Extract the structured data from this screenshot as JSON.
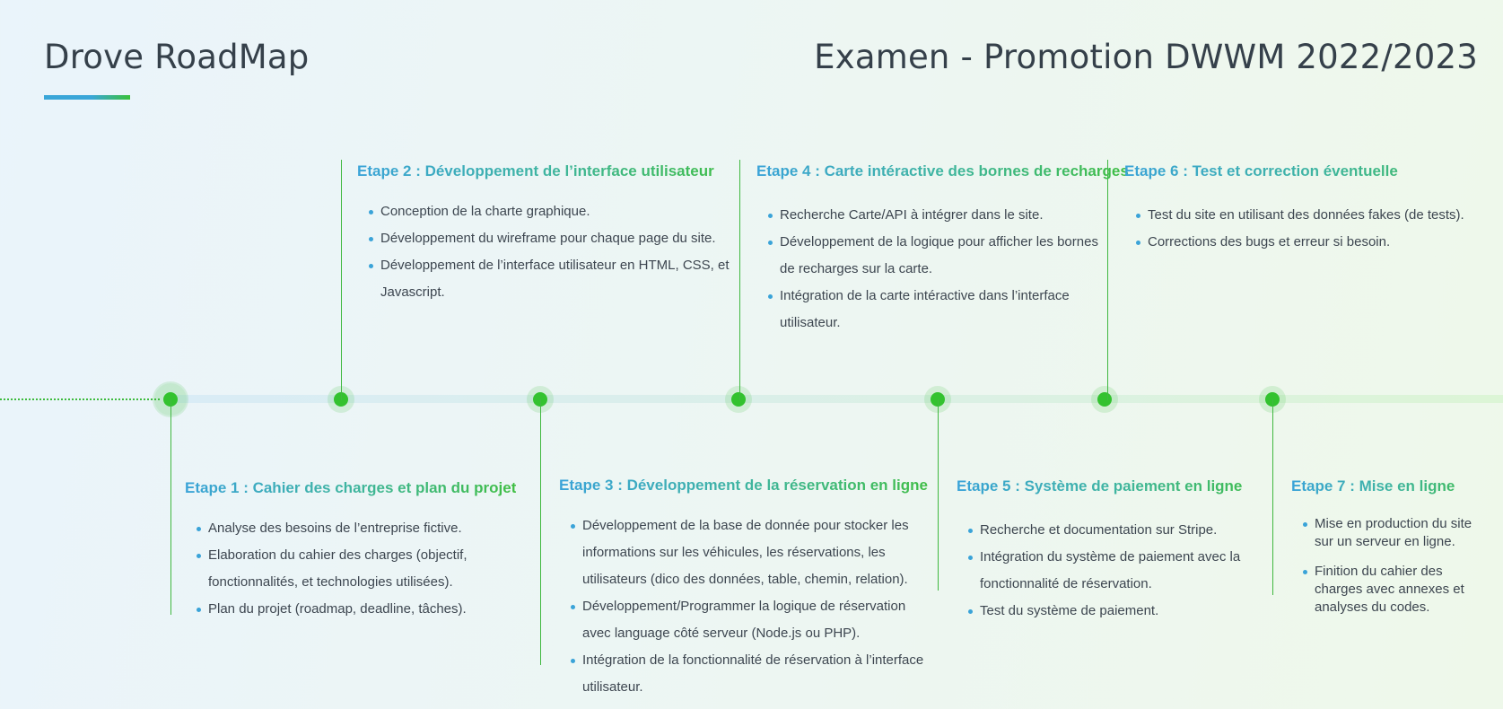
{
  "header": {
    "title": "Drove RoadMap",
    "subtitle": "Examen - Promotion DWWM 2022/2023"
  },
  "colors": {
    "accent_green": "#33c22f",
    "accent_blue": "#3aa3d8",
    "text": "#3d4650"
  },
  "steps": [
    {
      "title": "Etape 1 : Cahier des charges et plan du projet",
      "items": [
        "Analyse des besoins de l’entreprise fictive.",
        "Elaboration du cahier des charges (objectif, fonctionnalités, et technologies utilisées).",
        "Plan du projet (roadmap, deadline, tâches)."
      ]
    },
    {
      "title": "Etape 2 : Développement de l’interface utilisateur",
      "items": [
        "Conception de la charte graphique.",
        "Développement du wireframe pour chaque page du site.",
        "Développement de l’interface utilisateur en HTML, CSS, et Javascript."
      ]
    },
    {
      "title": "Etape 3 :  Développement de la réservation en ligne",
      "items": [
        "Développement de la base de donnée pour stocker les informations sur les véhicules, les réservations, les utilisateurs (dico des données, table, chemin, relation).",
        "Développement/Programmer la logique de réservation avec language côté serveur (Node.js ou PHP).",
        "Intégration de la fonctionnalité de réservation à l’interface utilisateur."
      ]
    },
    {
      "title": "Etape 4 : Carte intéractive des bornes de recharges",
      "items": [
        "Recherche Carte/API à intégrer dans le site.",
        "Développement de la logique pour afficher les bornes de recharges sur la carte.",
        "Intégration de la carte intéractive dans l’interface utilisateur."
      ]
    },
    {
      "title": "Etape 5 : Système de paiement en ligne",
      "items": [
        "Recherche et documentation sur Stripe.",
        "Intégration du système de paiement avec la fonctionnalité de réservation.",
        "Test du système de paiement."
      ]
    },
    {
      "title": "Etape 6 : Test et correction éventuelle",
      "items": [
        "Test du site en utilisant des données fakes (de tests).",
        "Corrections des bugs et erreur si besoin."
      ]
    },
    {
      "title": "Etape 7 : Mise en ligne",
      "items": [
        "Mise en production du site sur un serveur en ligne.",
        "Finition du cahier des charges avec annexes et analyses du codes."
      ]
    }
  ]
}
